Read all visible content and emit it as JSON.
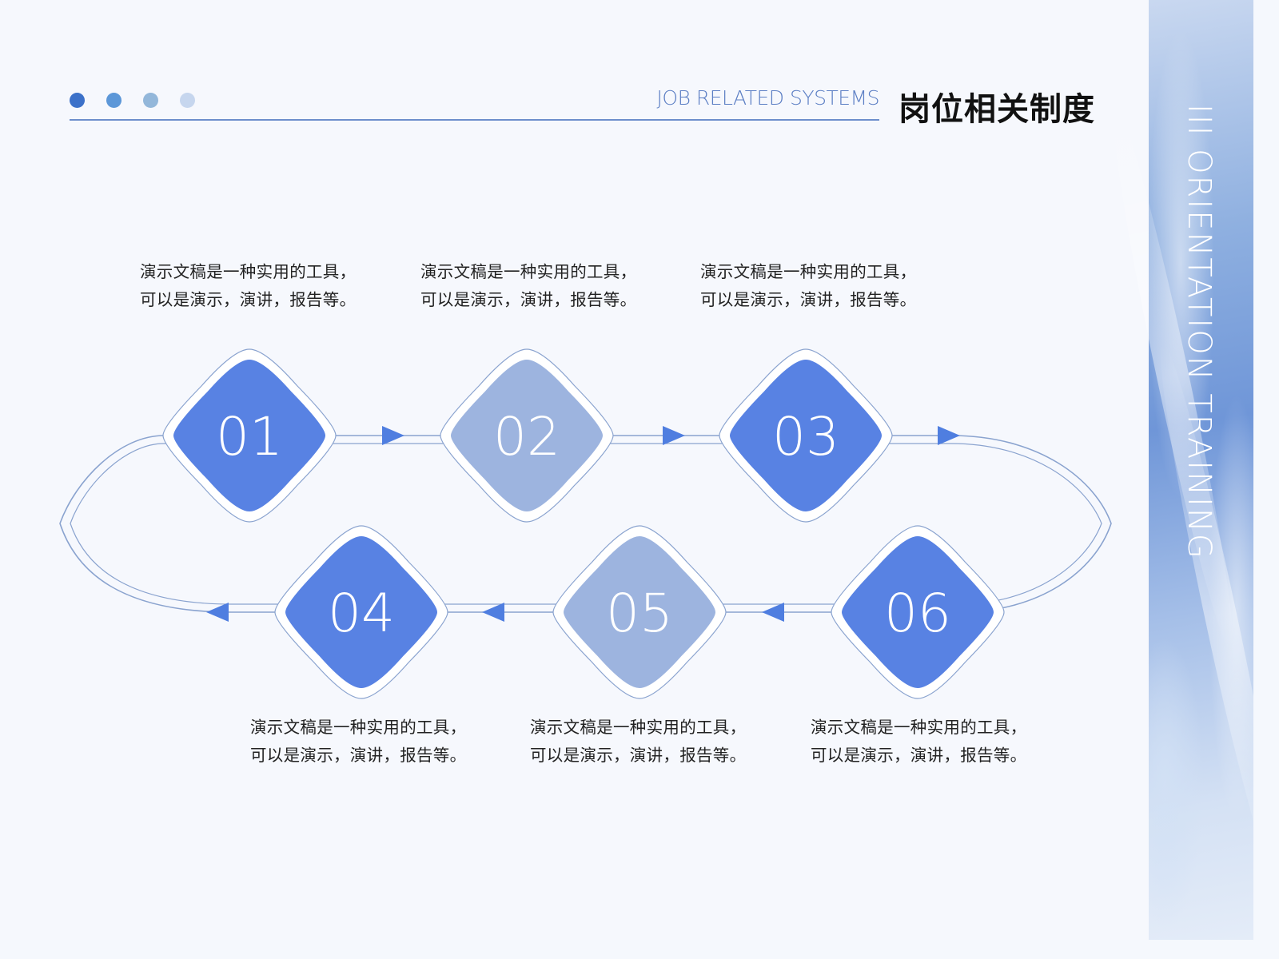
{
  "header": {
    "title_en": "JOB RELATED SYSTEMS",
    "title_cn": "岗位相关制度",
    "dots": [
      "#3c71c9",
      "#5c97d8",
      "#93b7da",
      "#c6d6ee"
    ]
  },
  "side_panel": {
    "label": "III ORIENTATION TRAINING"
  },
  "colors": {
    "dark_node": "#5882e3",
    "light_node": "#9db4df",
    "outline": "#8aa3cf",
    "arrow": "#4f7ee0"
  },
  "steps": [
    {
      "number": "01",
      "tone": "dark",
      "description": "演示文稿是一种实用的工具，可以是演示，演讲，报告等。"
    },
    {
      "number": "02",
      "tone": "light",
      "description": "演示文稿是一种实用的工具，可以是演示，演讲，报告等。"
    },
    {
      "number": "03",
      "tone": "dark",
      "description": "演示文稿是一种实用的工具，可以是演示，演讲，报告等。"
    },
    {
      "number": "04",
      "tone": "dark",
      "description": "演示文稿是一种实用的工具，可以是演示，演讲，报告等。"
    },
    {
      "number": "05",
      "tone": "light",
      "description": "演示文稿是一种实用的工具，可以是演示，演讲，报告等。"
    },
    {
      "number": "06",
      "tone": "dark",
      "description": "演示文稿是一种实用的工具，可以是演示，演讲，报告等。"
    }
  ]
}
